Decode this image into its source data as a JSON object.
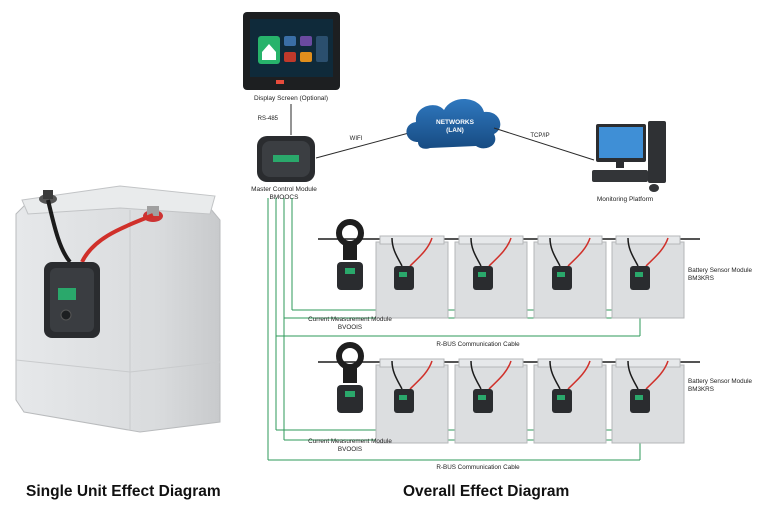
{
  "captions": {
    "left": "Single Unit Effect Diagram",
    "right": "Overall Effect Diagram"
  },
  "labels": {
    "display": "Display Screen (Optional)",
    "rs485": "RS-485",
    "master_line1": "Master Control Module",
    "master_line2": "BMOOCS",
    "wifi": "WIFI",
    "network_line1": "NETWORKS",
    "network_line2": "(LAN)",
    "tcpip": "TCP/IP",
    "monitoring": "Monitoring Platform",
    "sensor_line1": "Battery Sensor Module",
    "sensor_line2": "BM3KRS",
    "sensor2_line1": "Battery Sensor Module",
    "sensor2_line2": "BM3KRS",
    "current_line1": "Current Measurement Module",
    "current_line2": "BVOOIS",
    "current2_line1": "Current Measurement Module",
    "current2_line2": "BVOOIS",
    "rbus": "R-BUS Communication Cable",
    "rbus2": "R-BUS Communication Cable"
  },
  "colors": {
    "bus_green": "#2e9a5a",
    "cable_red": "#d0302a",
    "network_blue": "#1f5f9e",
    "battery_gray": "#dcdee0",
    "module_dark": "#2a2c2f"
  }
}
